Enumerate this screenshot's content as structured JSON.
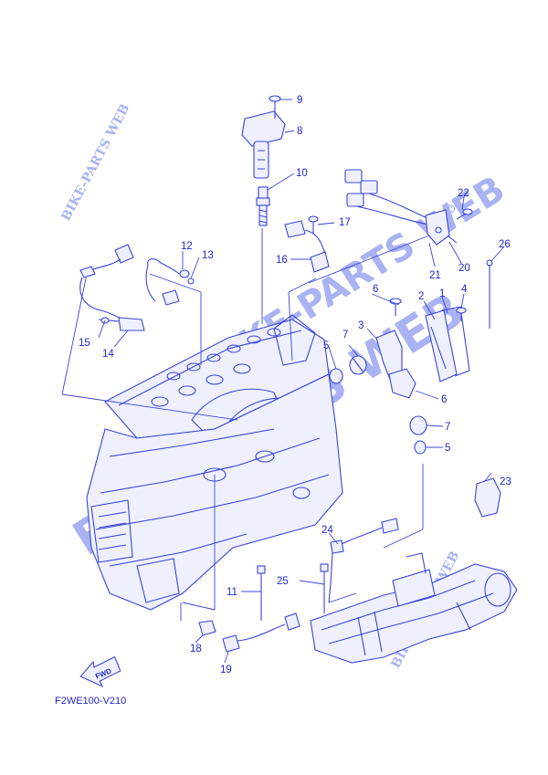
{
  "watermarks": {
    "primary": "BIKE-PARTS WEB",
    "big_top": "BIKE-PARTS WEB",
    "small_left": "BIKE-PARTS WEB",
    "small_right": "BIKE-PARTS WEB",
    "copyright": "©"
  },
  "diagram_code": "F2WE100-V210",
  "fwd_label": "FWD",
  "callouts": {
    "c1": "1",
    "c2": "2",
    "c3": "3",
    "c4": "4",
    "c5a": "5",
    "c5b": "5",
    "c6a": "6",
    "c6b": "6",
    "c7a": "7",
    "c7b": "7",
    "c8": "8",
    "c9": "9",
    "c10": "10",
    "c11": "11",
    "c12": "12",
    "c13": "13",
    "c14": "14",
    "c15": "15",
    "c16": "16",
    "c17": "17",
    "c18": "18",
    "c19": "19",
    "c20": "20",
    "c21": "21",
    "c22": "22",
    "c23": "23",
    "c24": "24",
    "c25": "25",
    "c26": "26"
  },
  "colors": {
    "line": "#3b44d8",
    "text": "#1f27c9",
    "watermark": "#a9b2f2"
  }
}
